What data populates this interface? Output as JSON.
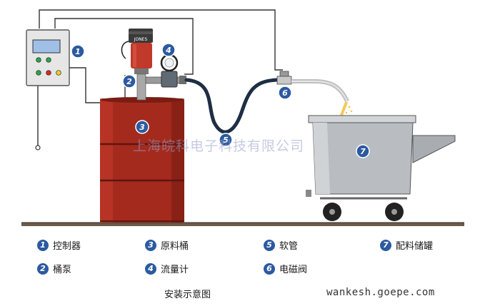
{
  "diagram": {
    "pump_brand": "JONES",
    "watermark": "上海皖科电子科技有限公司",
    "colors": {
      "controller_bg": "#e6e6e6",
      "screen": "#9fbfe6",
      "motor": "#c0392b",
      "barrel": "#a52a1e",
      "hose": "#1e2e44",
      "tank": "#b9bdc2",
      "marker": "#2c5aa0",
      "floor": "#6b5a4a"
    },
    "markers": [
      "1",
      "2",
      "3",
      "4",
      "5",
      "6",
      "7"
    ],
    "legend": [
      {
        "num": "1",
        "label": "控制器"
      },
      {
        "num": "2",
        "label": "桶泵"
      },
      {
        "num": "3",
        "label": "原料桶"
      },
      {
        "num": "4",
        "label": "流量计"
      },
      {
        "num": "5",
        "label": "软管"
      },
      {
        "num": "6",
        "label": "电磁阀"
      },
      {
        "num": "7",
        "label": "配料储罐"
      }
    ],
    "caption": "安装示意图",
    "website": "wankesh.goepe.com"
  }
}
